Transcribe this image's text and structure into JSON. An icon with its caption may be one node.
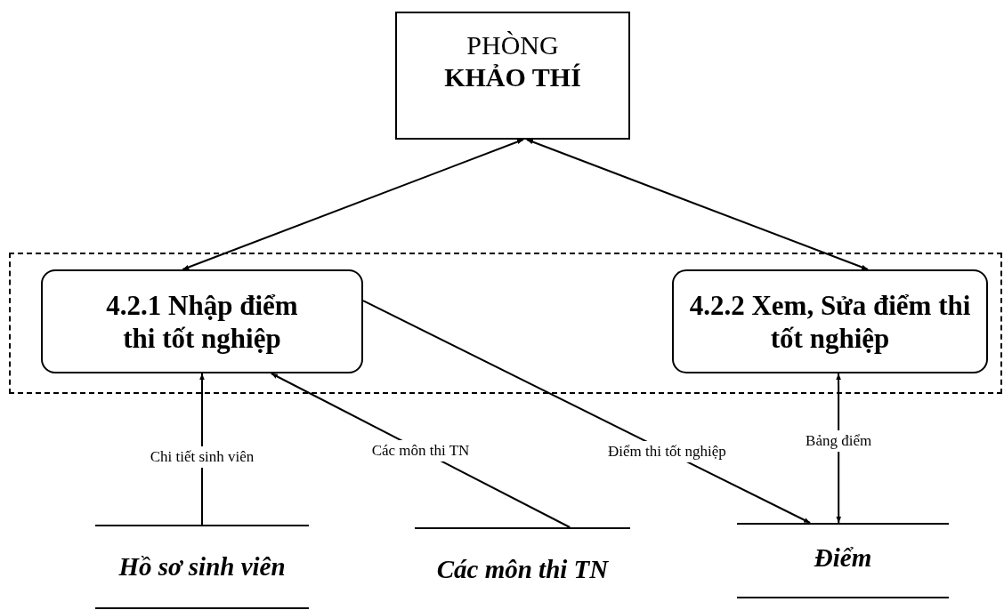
{
  "diagram": {
    "nodes": [
      {
        "text": [
          "PHÒNG **KHẢO THÍ**"
        ]
      },
      {
        "text": [],
        "shape": "box"
      },
      {
        "text": [
          "4.2.1 Nhập điểm thi tốt nghiệp"
        ],
        "in": 1
      },
      {
        "text": [
          "4.2.2 Xem, Sửa điểm thi tốt nghiệp"
        ],
        "in": 1
      },
      {
        "text": [
          "Hồ sơ sinh viên"
        ]
      },
      {
        "text": [
          "Các môn thi TN"
        ]
      },
      {
        "text": [
          "Điểm"
        ]
      }
    ],
    "edges": [
      {
        "from": 0,
        "to": 2,
        "arrow": "both"
      },
      {
        "from": 0,
        "to": 3,
        "arrow": "both"
      },
      {
        "from": 4,
        "to": 2,
        "arrow": "to",
        "label": "Chi tiết sinh viên"
      },
      {
        "from": 5,
        "to": 2,
        "arrow": "to",
        "label": "Các môn thi TN"
      },
      {
        "from": 2,
        "to": 6,
        "arrow": "to",
        "label": "Điểm thi tốt nghiệp"
      },
      {
        "from": 6,
        "to": 3,
        "arrow": "both",
        "label": "Bảng điểm"
      }
    ]
  }
}
